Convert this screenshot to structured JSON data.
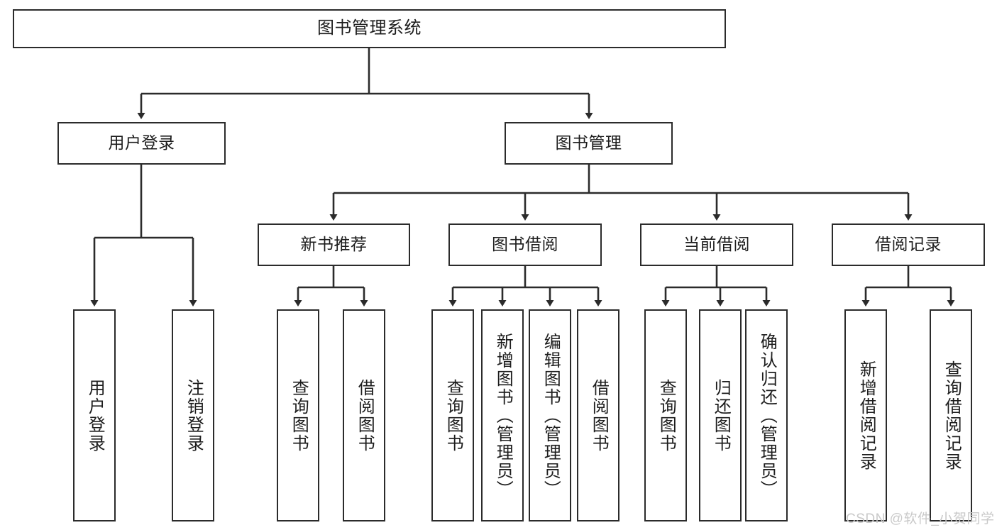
{
  "diagram": {
    "title": "图书管理系统",
    "stroke_color": "#2b2b2b",
    "background_color": "#ffffff",
    "text_color": "#1d1d1d"
  },
  "root": {
    "label": "图书管理系统"
  },
  "level2": [
    {
      "label": "用户登录"
    },
    {
      "label": "图书管理"
    }
  ],
  "level3": [
    {
      "label": "新书推荐"
    },
    {
      "label": "图书借阅"
    },
    {
      "label": "当前借阅"
    },
    {
      "label": "借阅记录"
    }
  ],
  "leaves": {
    "user_login": [
      {
        "label": "用户登录"
      },
      {
        "label": "注销登录"
      }
    ],
    "new_book_recommend": [
      {
        "label": "查询图书"
      },
      {
        "label": "借阅图书"
      }
    ],
    "book_borrow": [
      {
        "label": "查询图书"
      },
      {
        "label": "新增图书（管理员）"
      },
      {
        "label": "编辑图书（管理员）"
      },
      {
        "label": "借阅图书"
      }
    ],
    "current_borrow": [
      {
        "label": "查询图书"
      },
      {
        "label": "归还图书"
      },
      {
        "label": "确认归还（管理员）"
      }
    ],
    "borrow_record": [
      {
        "label": "新增借阅记录"
      },
      {
        "label": "查询借阅记录"
      }
    ]
  },
  "watermark": {
    "text": "CSDN @软件_小贺同学"
  }
}
